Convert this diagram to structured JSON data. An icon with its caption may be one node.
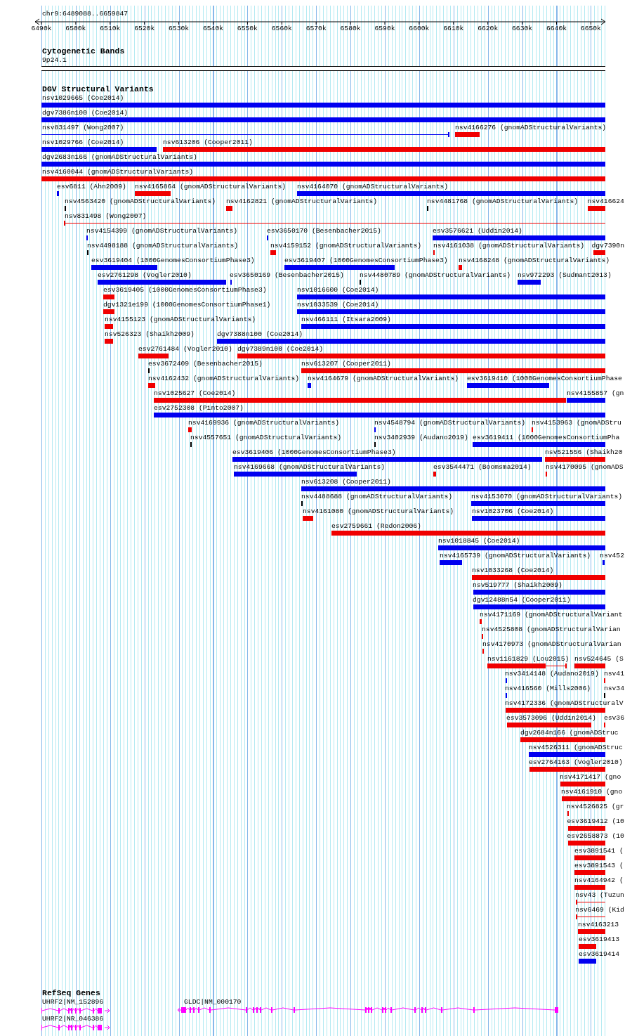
{
  "diagram": {
    "labels": [
      "chr9:6489088..6659847",
      "6490k",
      "6500k",
      "6510k",
      "6520k",
      "6530k",
      "6540k",
      "6550k",
      "6560k",
      "6570k",
      "6580k",
      "6590k",
      "6600k",
      "6610k",
      "6620k",
      "6630k",
      "6640k",
      "6650k",
      "Cytogenetic Bands",
      "9p24.1",
      "DGV Structural Variants",
      "nsv1029665 (Coe2014)",
      "dgv7386n100 (Coe2014)",
      "nsv831497 (Wong2007)",
      "nsv4166276 (gnomADStructuralVariants)",
      "nsv1029766 (Coe2014)",
      "nsv613206 (Cooper2011)",
      "dgv2683n166 (gnomADStructuralVariants)",
      "nsv4160044 (gnomADStructuralVariants)",
      "esv6811 (Ahn2009)",
      "nsv4165864 (gnomADStructuralVariants)",
      "nsv4164070 (gnomADStructuralVariants)",
      "nsv4563420 (gnomADStructuralVariants)",
      "nsv4162821 (gnomADStructuralVariants)",
      "nsv4481768 (gnomADStructuralVariants)",
      "nsv416624",
      "nsv831498 (Wong2007)",
      "nsv4154399 (gnomADStructuralVariants)",
      "esv3650170 (Besenbacher2015)",
      "esv3576621 (Uddin2014)",
      "nsv4498188 (gnomADStructuralVariants)",
      "nsv4159152 (gnomADStructuralVariants)",
      "nsv4161038 (gnomADStructuralVariants)",
      "dgv7390n",
      "esv3619404 (1000GenomesConsortiumPhase3)",
      "esv3619407 (1000GenomesConsortiumPhase3)",
      "nsv4168248 (gnomADStructuralVariants)",
      "esv2761298 (Vogler2010)",
      "esv3650169 (Besenbacher2015)",
      "nsv4480789 (gnomADStructuralVariants)",
      "nsv972293 (Sudmant2013)",
      "esv3619405 (1000GenomesConsortiumPhase3)",
      "nsv1016600 (Coe2014)",
      "dgv1321e199 (1000GenomesConsortiumPhase1)",
      "nsv1033539 (Coe2014)",
      "nsv4155123 (gnomADStructuralVariants)",
      "nsv466111 (Itsara2009)",
      "nsv526323 (Shaikh2009)",
      "dgv7388n100 (Coe2014)",
      "esv2761484 (Vogler2010)",
      "dgv7389n100 (Coe2014)",
      "esv3672409 (Besenbacher2015)",
      "nsv613207 (Cooper2011)",
      "nsv4162432 (gnomADStructuralVariants)",
      "nsv4164679 (gnomADStructuralVariants)",
      "esv3619410 (1000GenomesConsortiumPhase",
      "nsv1025627 (Coe2014)",
      "nsv4155857 (gn",
      "esv2752308 (Pinto2007)",
      "nsv4169936 (gnomADStructuralVariants)",
      "nsv4548794 (gnomADStructuralVariants)",
      "nsv4153963 (gnomADStru",
      "nsv4557651 (gnomADStructuralVariants)",
      "nsv3402939 (Audano2019)",
      "esv3619411 (1000GenomesConsortiumPha",
      "esv3619406 (1000GenomesConsortiumPhase3)",
      "nsv521556 (Shaikh20",
      "nsv4169668 (gnomADStructuralVariants)",
      "esv3544471 (Boomsma2014)",
      "nsv4170095 (gnomADS",
      "nsv613208 (Cooper2011)",
      "nsv4488688 (gnomADStructuralVariants)",
      "nsv4153070 (gnomADStructuralVariants)",
      "nsv4161080 (gnomADStructuralVariants)",
      "nsv1023706 (Coe2014)",
      "esv2759661 (Redon2006)",
      "nsv1018845 (Coe2014)",
      "nsv4165739 (gnomADStructuralVariants)",
      "nsv452",
      "nsv1033268 (Coe2014)",
      "nsv519777 (Shaikh2009)",
      "dgv12488n54 (Cooper2011)",
      "nsv4171169 (gnomADStructuralVariant",
      "nsv4525808 (gnomADStructuralVarian",
      "nsv4170973 (gnomADStructuralVarian",
      "nsv1161829 (Lou2015)",
      "nsv524645 (S",
      "nsv3414148 (Audano2019)",
      "nsv41",
      "nsv416560 (Mills2006)",
      "nsv34",
      "nsv4172336 (gnomADStructuralV",
      "esv3573096 (Uddin2014)",
      "esv36",
      "dgv2684n166 (gnomADStruc",
      "nsv4526311 (gnomADStruc",
      "esv2764163 (Vogler2010)",
      "nsv4171417 (gno",
      "nsv4161910 (gno",
      "nsv4526825 (gr",
      "esv3619412 (10",
      "esv2658873 (10",
      "esv3891541 (",
      "esv3891543 (",
      "nsv4164942 (",
      "nsv43 (Tuzun",
      "nsv6469 (Kid",
      "nsv4163213",
      "esv3619413",
      "esv3619414",
      "RefSeq Genes",
      "UHRF2|NM_152896",
      "GLDC|NM_000170",
      "UHRF2|NR_046386"
    ]
  }
}
